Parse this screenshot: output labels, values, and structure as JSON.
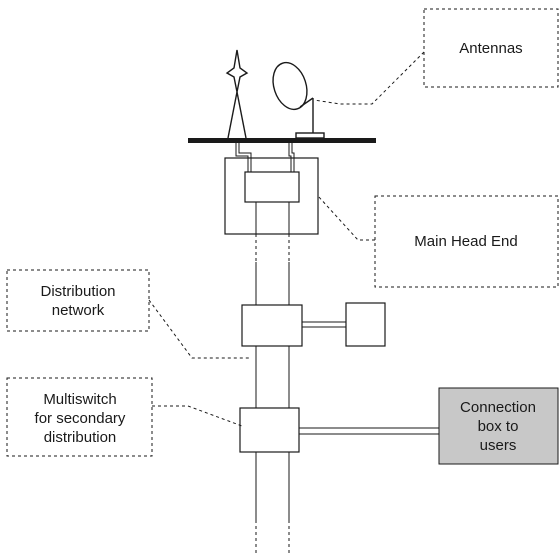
{
  "labels": {
    "antennas": "Antennas",
    "main_head_end": "Main Head End",
    "distribution_network": [
      "Distribution",
      "network"
    ],
    "multiswitch": [
      "Multiswitch",
      "for secondary",
      "distribution"
    ],
    "connection_box": [
      "Connection",
      "box to",
      "users"
    ]
  },
  "colors": {
    "stroke": "#1a1a1a",
    "background": "#ffffff",
    "connection_box_fill": "#c8c8c8"
  }
}
